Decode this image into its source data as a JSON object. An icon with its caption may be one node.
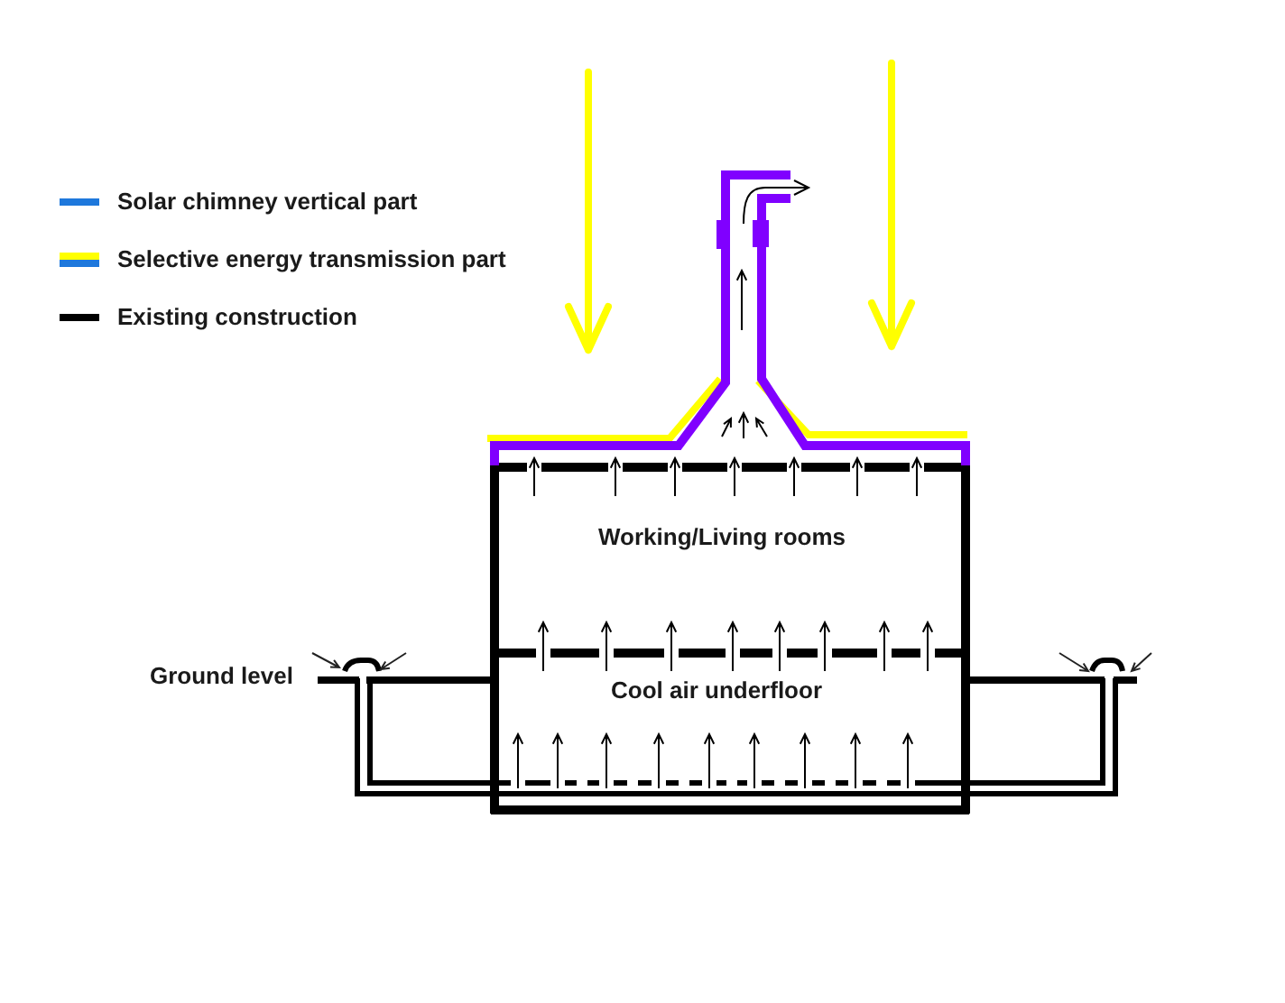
{
  "diagram": {
    "labels": [
      "Working/Living rooms",
      "Ground level",
      "Cool air underfloor"
    ],
    "legend": [
      {
        "text": "Solar chimney vertical part",
        "color": "#1e78dc"
      },
      {
        "text": "Selective energy transmission part"
      },
      {
        "text": "Existing construction",
        "color": "#000000"
      }
    ]
  }
}
